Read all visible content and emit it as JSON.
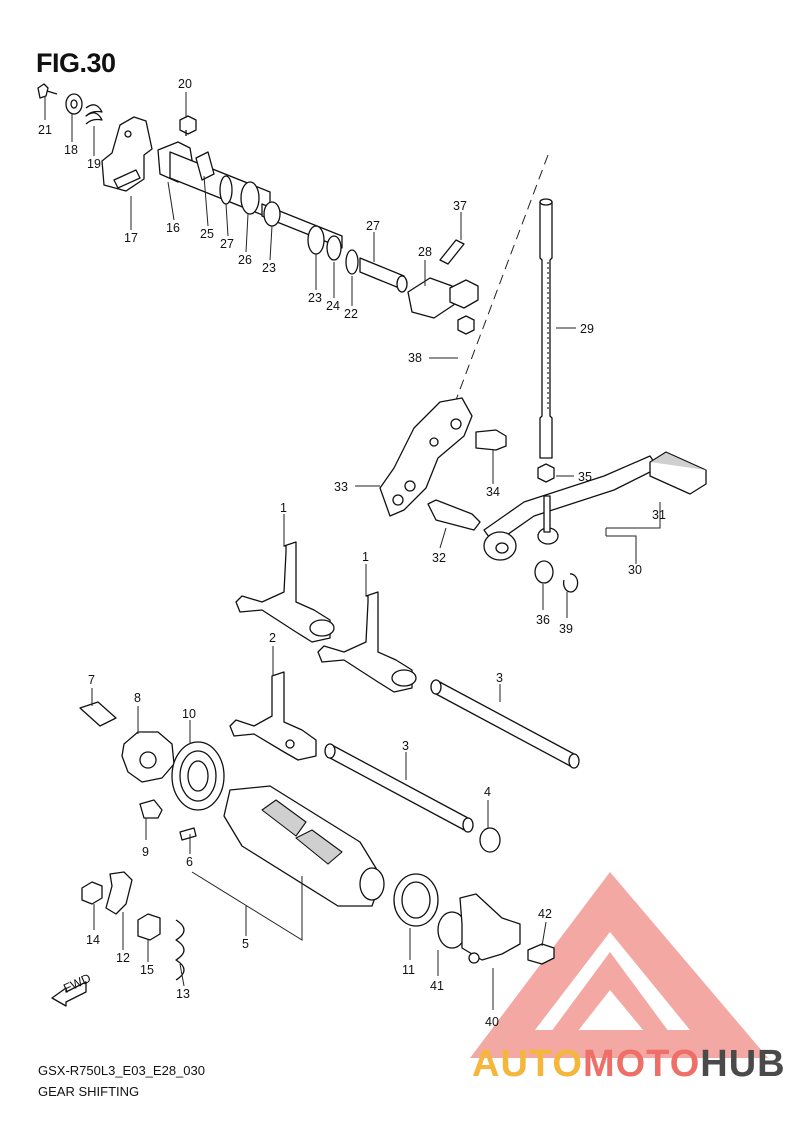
{
  "figure": {
    "title": "FIG.30",
    "model_code": "GSX-R750L3_E03_E28_030",
    "section_name": "GEAR SHIFTING",
    "fwd_label": "FWD"
  },
  "callouts": [
    "1",
    "1",
    "2",
    "3",
    "3",
    "4",
    "5",
    "6",
    "7",
    "8",
    "9",
    "10",
    "11",
    "12",
    "13",
    "14",
    "15",
    "16",
    "17",
    "18",
    "19",
    "20",
    "21",
    "22",
    "23",
    "23",
    "24",
    "25",
    "26",
    "27",
    "27",
    "28",
    "29",
    "30",
    "31",
    "32",
    "33",
    "34",
    "35",
    "36",
    "37",
    "38",
    "39",
    "40",
    "41",
    "42"
  ],
  "watermark": {
    "part1": "AUTO",
    "part2": "MOTO",
    "part3": "HUB",
    "colors": {
      "auto": "#f4b63c",
      "moto": "#ee6f68",
      "hub": "#4a4a4a",
      "logo": "#f19a93"
    }
  }
}
